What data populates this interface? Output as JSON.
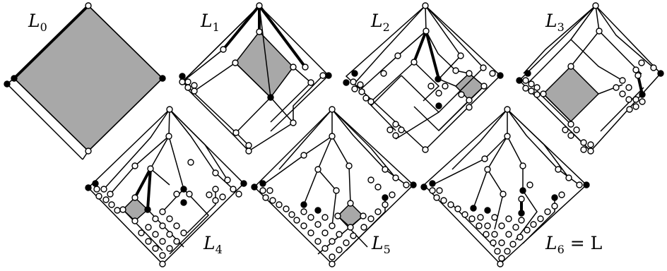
{
  "figure": {
    "panels": [
      {
        "id": "L0",
        "label": "L",
        "subscript": "0",
        "suffix": ""
      },
      {
        "id": "L1",
        "label": "L",
        "subscript": "1",
        "suffix": ""
      },
      {
        "id": "L2",
        "label": "L",
        "subscript": "2",
        "suffix": ""
      },
      {
        "id": "L3",
        "label": "L",
        "subscript": "3",
        "suffix": ""
      },
      {
        "id": "L4",
        "label": "L",
        "subscript": "4",
        "suffix": ""
      },
      {
        "id": "L5",
        "label": "L",
        "subscript": "5",
        "suffix": ""
      },
      {
        "id": "L6",
        "label": "L",
        "subscript": "6",
        "suffix": " = L"
      }
    ],
    "colors": {
      "stroke": "#000000",
      "shaded_cell": "#a8a8a8",
      "open_node": "#ffffff",
      "filled_node": "#000000"
    }
  }
}
